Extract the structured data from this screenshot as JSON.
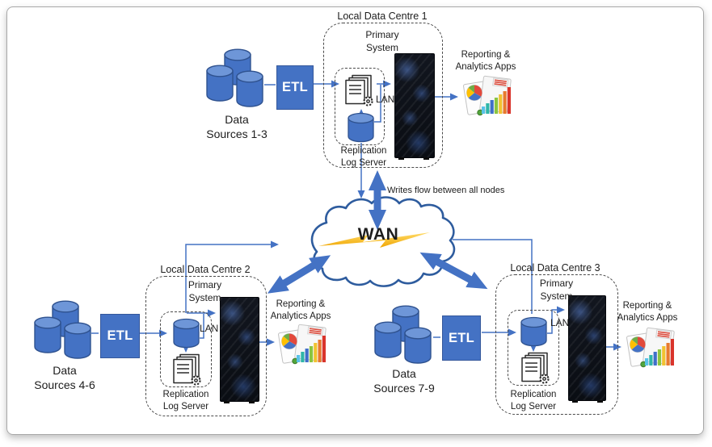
{
  "wan": {
    "label": "WAN",
    "writes_note": "Writes flow between all nodes"
  },
  "sources": [
    {
      "label": "Data\nSources 1-3",
      "etl_label": "ETL"
    },
    {
      "label": "Data\nSources 4-6",
      "etl_label": "ETL"
    },
    {
      "label": "Data\nSources 7-9",
      "etl_label": "ETL"
    }
  ],
  "centres": [
    {
      "title": "Local Data Centre 1",
      "primary_label": "Primary\nSystem",
      "lan_label": "LAN",
      "replication_label": "Replication\nLog Server",
      "reporting_label": "Reporting &\nAnalytics Apps"
    },
    {
      "title": "Local Data Centre 2",
      "primary_label": "Primary\nSystem",
      "lan_label": "LAN",
      "replication_label": "Replication\nLog Server",
      "reporting_label": "Reporting &\nAnalytics Apps"
    },
    {
      "title": "Local Data Centre 3",
      "primary_label": "Primary\nSystem",
      "lan_label": "LAN",
      "replication_label": "Replication\nLog Server",
      "reporting_label": "Reporting &\nAnalytics Apps"
    }
  ],
  "colors": {
    "accent_blue": "#4472C4",
    "cylinder_top": "#6E96D8",
    "cloud_outline": "#2E5C9E",
    "lightning_gold": "#F0A500",
    "dashed_border": "#4a4a4a"
  }
}
